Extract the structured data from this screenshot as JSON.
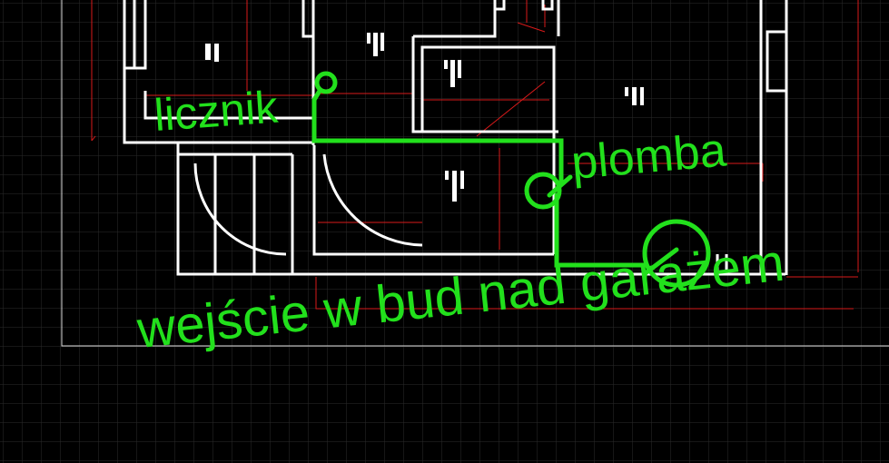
{
  "colors": {
    "background": "#000000",
    "grid": "#2b2b2b",
    "walls": "#ffffff",
    "dimensions": "#d81a1a",
    "annotation": "#22e01c"
  },
  "annotations": {
    "meter": "licznik",
    "seal": "plomba",
    "entry": "wejście w bud nad garażem"
  }
}
